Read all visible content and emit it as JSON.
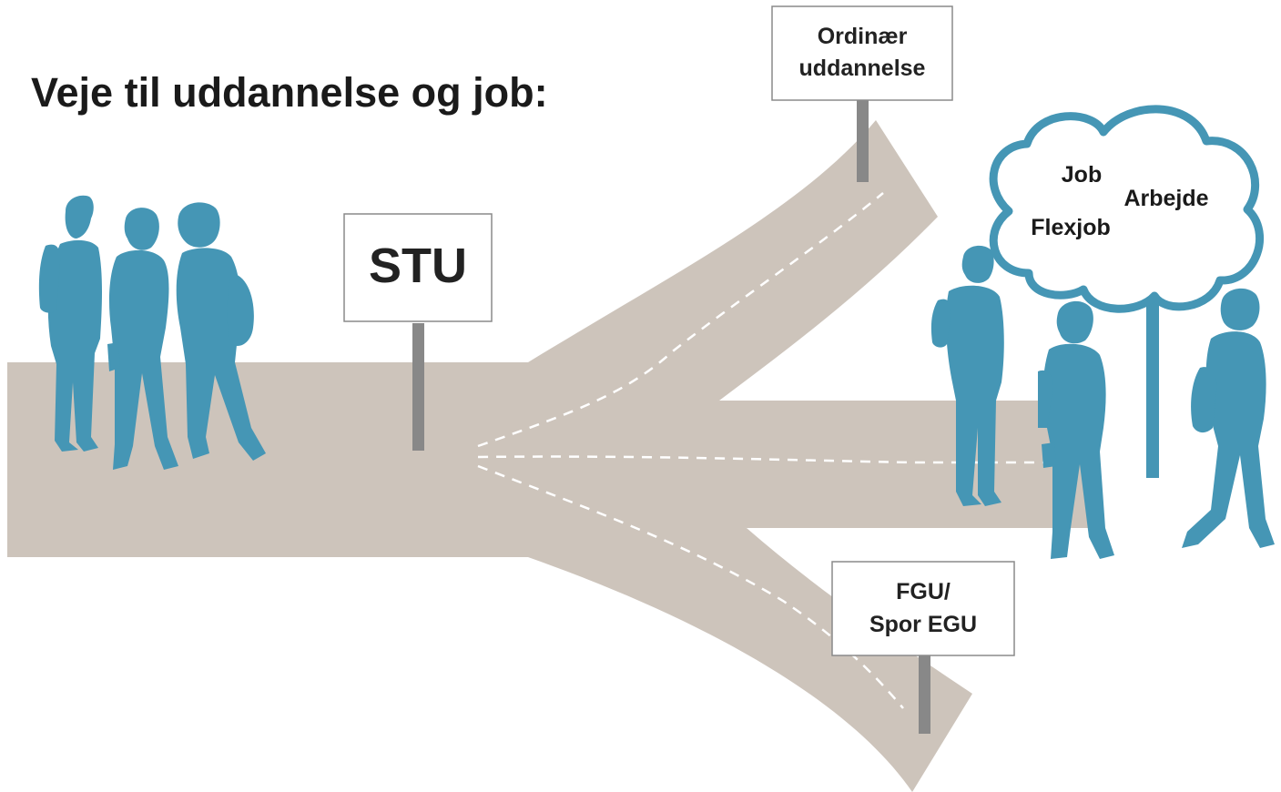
{
  "title": "Veje til uddannelse og job:",
  "signs": {
    "stu": "STU",
    "ordinary": [
      "Ordinær",
      "uddannelse"
    ],
    "fgu": [
      "FGU/",
      "Spor EGU"
    ]
  },
  "cloud": {
    "words": [
      "Job",
      "Arbejde",
      "Flexjob"
    ]
  },
  "colors": {
    "road": "#cdc4bb",
    "person": "#4596b5",
    "pole": "#888888",
    "cloud_outline": "#4596b5"
  },
  "icons": [
    "person-silhouette-icon",
    "thought-cloud-icon",
    "signpost-icon"
  ]
}
